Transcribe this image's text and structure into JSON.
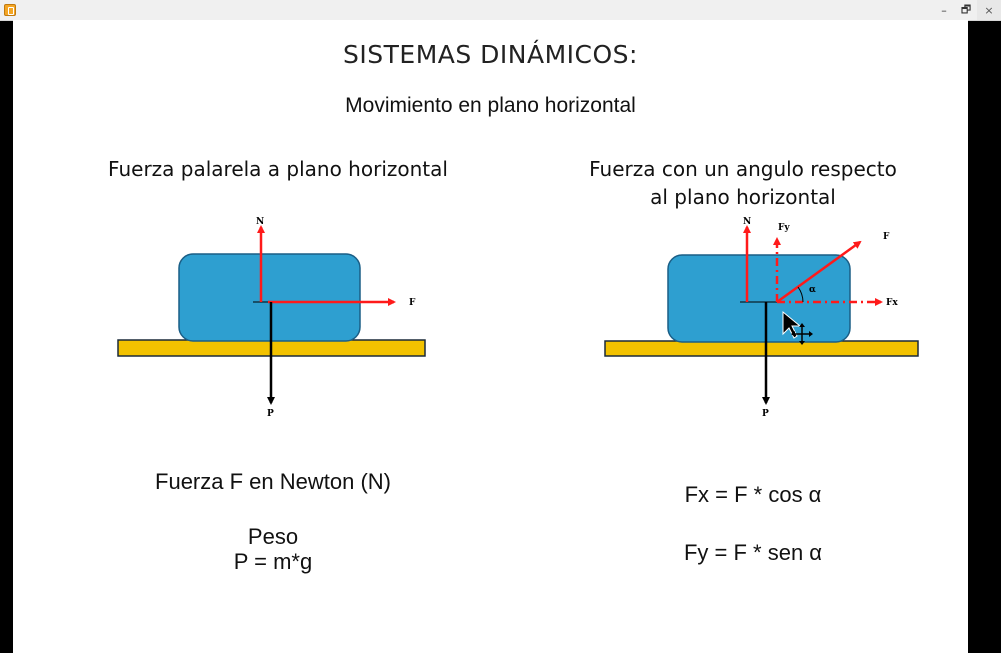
{
  "window": {
    "controls": {
      "minimize": "–",
      "restore": "🗗",
      "close": "×"
    }
  },
  "slide": {
    "title": "SISTEMAS DINÁMICOS:",
    "subtitle": "Movimiento en plano horizontal",
    "left": {
      "heading": "Fuerza palarela a plano horizontal",
      "labels": {
        "normal": "N",
        "force": "F",
        "weight": "P"
      },
      "formula_1": "Fuerza F en Newton (N)",
      "formula_2a": "Peso",
      "formula_2b": "P = m*g"
    },
    "right": {
      "heading_line1": "Fuerza con un angulo respecto",
      "heading_line2": "al plano horizontal",
      "labels": {
        "normal": "N",
        "fy": "Fy",
        "force": "F",
        "alpha": "α",
        "fx": "Fx",
        "weight": "P"
      },
      "formula_1": "Fx = F * cos α",
      "formula_2": "Fy = F * sen α"
    }
  },
  "colors": {
    "block": "#2e9fd0",
    "block_border": "#1a5e86",
    "ground": "#f2c200",
    "force_arrow": "#ff1a1a",
    "weight_arrow": "#000000"
  }
}
